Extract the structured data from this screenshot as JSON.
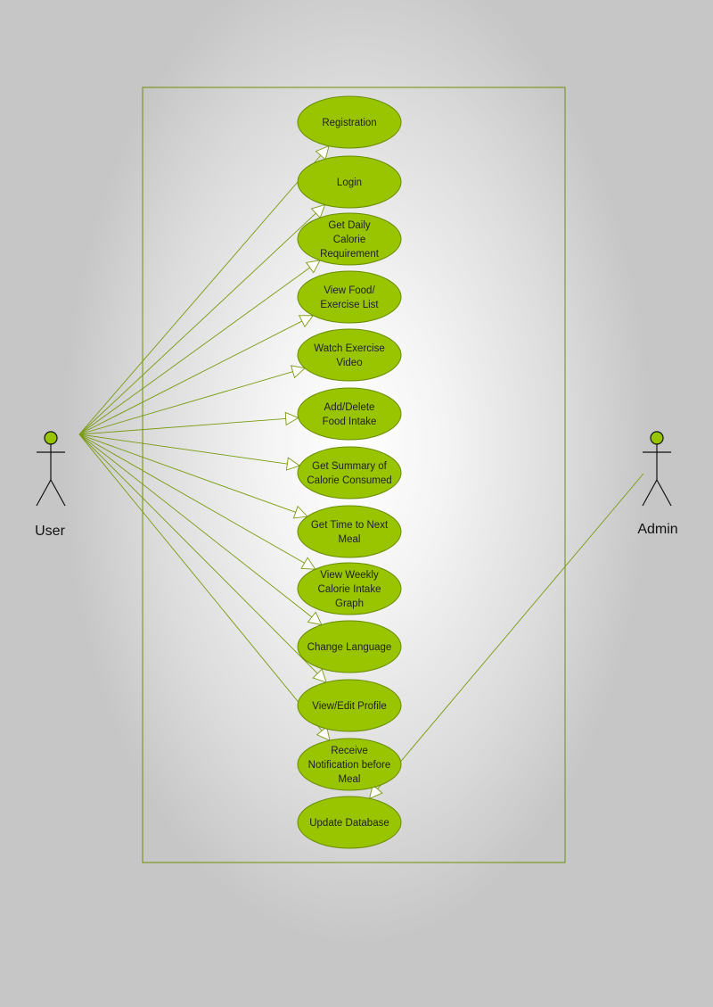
{
  "actors": {
    "user": {
      "label": "User"
    },
    "admin": {
      "label": "Admin"
    }
  },
  "use_cases": [
    {
      "id": "registration",
      "lines": [
        "Registration"
      ],
      "actor": "user"
    },
    {
      "id": "login",
      "lines": [
        "Login"
      ],
      "actor": "user"
    },
    {
      "id": "get-daily-calorie-requirement",
      "lines": [
        "Get Daily",
        "Calorie",
        "Requirement"
      ],
      "actor": "user"
    },
    {
      "id": "view-food-exercise-list",
      "lines": [
        "View Food/",
        "Exercise List"
      ],
      "actor": "user"
    },
    {
      "id": "watch-exercise-video",
      "lines": [
        "Watch Exercise",
        "Video"
      ],
      "actor": "user"
    },
    {
      "id": "add-delete-food-intake",
      "lines": [
        "Add/Delete",
        "Food Intake"
      ],
      "actor": "user"
    },
    {
      "id": "get-summary-of-calorie-consumed",
      "lines": [
        "Get Summary of",
        "Calorie Consumed"
      ],
      "actor": "user"
    },
    {
      "id": "get-time-to-next-meal",
      "lines": [
        "Get Time to Next",
        "Meal"
      ],
      "actor": "user"
    },
    {
      "id": "view-weekly-calorie-intake-graph",
      "lines": [
        "View Weekly",
        "Calorie Intake",
        "Graph"
      ],
      "actor": "user"
    },
    {
      "id": "change-language",
      "lines": [
        "Change Language"
      ],
      "actor": "user"
    },
    {
      "id": "view-edit-profile",
      "lines": [
        "View/Edit Profile"
      ],
      "actor": "user"
    },
    {
      "id": "receive-notification-before-meal",
      "lines": [
        "Receive",
        "Notification before",
        "Meal"
      ],
      "actor": "user"
    },
    {
      "id": "update-database",
      "lines": [
        "Update Database"
      ],
      "actor": "admin"
    }
  ],
  "colors": {
    "use_case_fill": "#99c400",
    "use_case_stroke": "#6a8c00",
    "line": "#7a9a10",
    "boundary": "#6f8f00",
    "actor_stroke": "#111111",
    "actor_head": "#99c400"
  }
}
